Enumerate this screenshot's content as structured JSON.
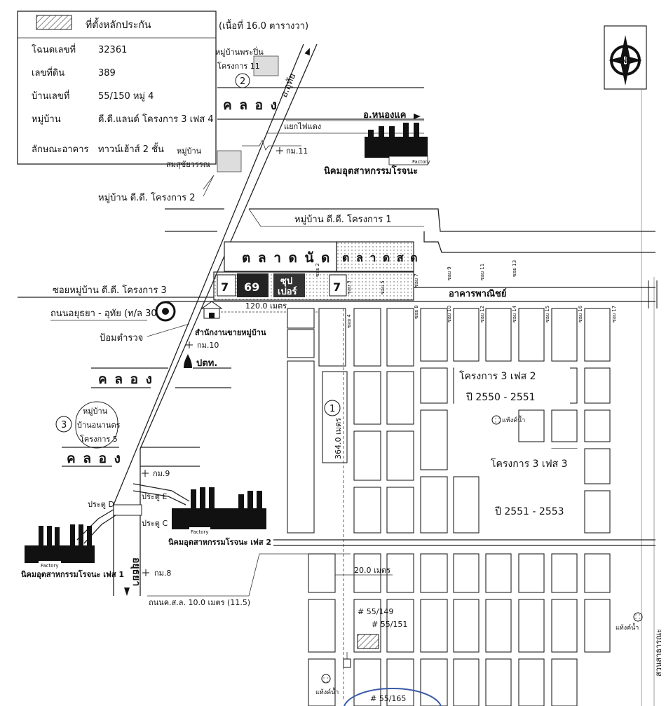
{
  "legend": {
    "title": "ที่ตั้งหลักประกัน",
    "area": "(เนื้อที่ 16.0 ตารางวา)",
    "rows": [
      {
        "label": "โฉนดเลขที่",
        "value": "32361"
      },
      {
        "label": "เลขที่ดิน",
        "value": "389"
      },
      {
        "label": "บ้านเลขที่",
        "value": "55/150 หมู่ 4"
      },
      {
        "label": "หมู่บ้าน",
        "value": "ดี.ดี.แลนด์ โครงการ 3 เฟส 4"
      },
      {
        "label": "ลักษณะอาคาร",
        "value": "ทาวน์เฮ้าส์ 2 ชั้น"
      }
    ]
  },
  "compass": {
    "label": "N"
  },
  "canals": {
    "top": "ค ล อ ง",
    "mid": "ค ล อ ง",
    "bottom": "ค ล อ ง"
  },
  "roads": {
    "to_uthai": "อ.อุทัย",
    "to_ayutthaya": "อยุธยา",
    "to_nongkhae": "อ.หนองแค",
    "intersection": "แยกไฟแดง",
    "highway": "ถนนอยุธยา - อุทัย (ท/ล 3056)",
    "main_soi": "ซอยหมู่บ้าน ดี.ดี. โครงการ 3",
    "public_road": "ถนนค.ส.ล. 10.0 เมตร (11.5)"
  },
  "markers": {
    "km11": "กม.11",
    "km10": "กม.10",
    "km9": "กม.9",
    "km8": "กม.8"
  },
  "places": {
    "village_prapin": "หมู่บ้านพระปิ่น",
    "project11": "โครงการ 11",
    "village_label": "หมู่บ้าน",
    "village_sompong": "สมสุขัยวรรณ",
    "dd_project2": "หมู่บ้าน ดี.ดี. โครงการ 2",
    "dd_project1": "หมู่บ้าน ดี.ดี. โครงการ 1",
    "market_nat": "ต ล า ด นั ด",
    "market_sot": "ต ล า ด ส ด",
    "super_line1": "ซุป",
    "super_line2": "เปอร์",
    "commercial": "อาคารพาณิชย์",
    "police": "ป้อมตำรวจ",
    "sales_office": "สำนักงานขายหมู่บ้าน",
    "ptt": "ปตท.",
    "village3_line1": "หมู่บ้าน",
    "village3_line2": "บ้านอนานตร",
    "village3_line3": "โครงการ 5",
    "factory": "Factory",
    "estate_top": "นิคมอุตสาหกรรมโรจนะ",
    "estate_phase2": "นิคมอุตสาหกรรมโรจนะ เฟส 2",
    "estate_phase1": "นิคมอุตสาหกรรมโรจนะ เฟส 1",
    "gate_c": "ประตู C",
    "gate_d": "ประตู D",
    "gate_e": "ประตู E",
    "project3_phase2": "โครงการ 3 เฟส 2",
    "years_phase2": "ปี 2550 - 2551",
    "project3_phase3": "โครงการ 3 เฟส 3",
    "years_phase3": "ปี 2551 - 2553",
    "water_tank": "แท้งค์น้ำ",
    "park": "สวนสาธารณะ",
    "house_149": "# 55/149",
    "house_151": "# 55/151",
    "house_165": "# 55/165"
  },
  "distances": {
    "d120": "120.0 เมตร",
    "d364": "364.0 เมตร",
    "d20": "20.0 เมตร"
  },
  "circles": {
    "c1": "1",
    "c2": "2",
    "c3": "3"
  },
  "sois": [
    "ซอย 2",
    "ซอย 3",
    "ซอย 4",
    "ซอย 5",
    "ซอย 7",
    "ซอย 8",
    "ซอย 9",
    "ซอย 10",
    "ซอย 11",
    "ซอย 12",
    "ซอย 13",
    "ซอย 14",
    "ซอย 15",
    "ซอย 16",
    "ซอย 17"
  ]
}
